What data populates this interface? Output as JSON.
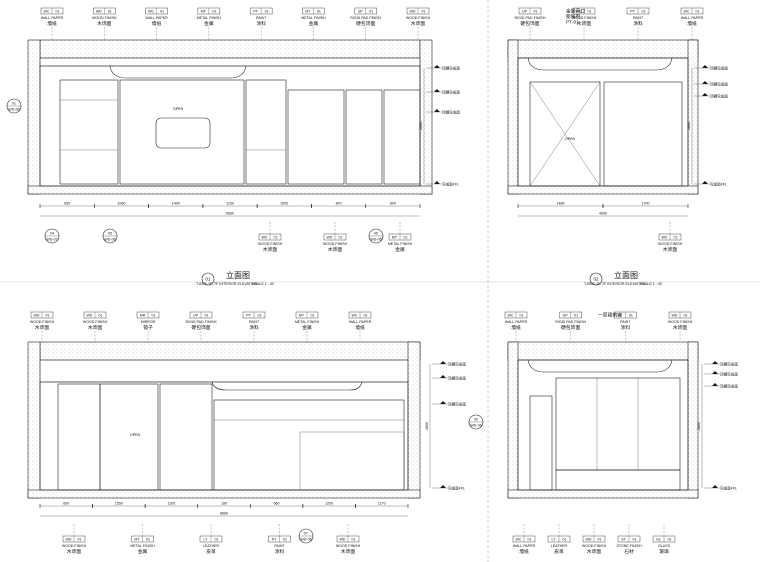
{
  "views": [
    {
      "id": "v1",
      "index": "01",
      "title_cn": "立面图",
      "title_en": "T-BDR-TR-TF INTERIOR ELEVATION",
      "scale": "SCALE 1 : 40",
      "top_tags": [
        {
          "code": "WC",
          "num": "01",
          "en": "WALL PAPER",
          "cn": "墙纸"
        },
        {
          "code": "WD",
          "num": "01",
          "en": "WOOD FINISH",
          "cn": "木饰面"
        },
        {
          "code": "WC",
          "num": "01",
          "en": "WALL PAPER",
          "cn": "墙纸"
        },
        {
          "code": "MT",
          "num": "01",
          "en": "METAL FINISH",
          "cn": "金属"
        },
        {
          "code": "PT",
          "num": "01",
          "en": "PAINT",
          "cn": "涂料"
        },
        {
          "code": "MT",
          "num": "01",
          "en": "METAL FINISH",
          "cn": "金属"
        },
        {
          "code": "UP",
          "num": "01",
          "en": "RIGID PAD FINISH",
          "cn": "硬包饰面"
        },
        {
          "code": "WD",
          "num": "01",
          "en": "WOOD FINISH",
          "cn": "木饰面"
        }
      ],
      "bottom_tags": [
        {
          "code": "WD",
          "num": "01",
          "en": "WOOD FINISH",
          "cn": "木饰面"
        },
        {
          "code": "WD",
          "num": "01",
          "en": "WOOD FINISH",
          "cn": "木饰面"
        },
        {
          "code": "MT",
          "num": "01",
          "en": "METAL FINISH",
          "cn": "金属"
        }
      ],
      "dims": [
        "650",
        "1060",
        "1400",
        "1150",
        "1600",
        "870",
        "800"
      ],
      "dim_total": "6660",
      "side_labels": [
        "顶棚完成面",
        "顶棚完成面",
        "顶棚完成面",
        "完成面FFL"
      ],
      "side_dim": "2800",
      "notes": [
        "OPEN"
      ]
    },
    {
      "id": "v2",
      "index": "02",
      "title_cn": "立面图",
      "title_en": "T-BDR-TR-TF INTERIOR ELEVATION",
      "scale": "SCALE 1 : 40",
      "top_tags": [
        {
          "code": "UP",
          "num": "01",
          "en": "RIGID PAD FINISH",
          "cn": "硬包饰面"
        },
        {
          "code": "WD",
          "num": "01",
          "en": "WOOD FINISH",
          "cn": "木饰面"
        },
        {
          "code": "PT",
          "num": "01",
          "en": "PAINT",
          "cn": "涂料"
        },
        {
          "code": "WC",
          "num": "01",
          "en": "WALL PAPER",
          "cn": "墙纸"
        }
      ],
      "top_note": [
        "金属风口",
        "膨胀剂",
        "PT-01"
      ],
      "bottom_tags": [
        {
          "code": "WD",
          "num": "01",
          "en": "WOOD FINISH",
          "cn": "木饰面"
        }
      ],
      "dims": [
        "1480",
        "1700"
      ],
      "dim_total": "4090",
      "side_labels": [
        "顶棚完成面",
        "顶棚完成面",
        "顶棚完成面",
        "完成面FFL"
      ],
      "side_dim": "2800",
      "notes": [
        "OPEN"
      ]
    },
    {
      "id": "v3",
      "top_tags": [
        {
          "code": "WD",
          "num": "01",
          "en": "WOOD FINISH",
          "cn": "木饰面"
        },
        {
          "code": "WD",
          "num": "01",
          "en": "WOOD FINISH",
          "cn": "木饰面"
        },
        {
          "code": "MR",
          "num": "01",
          "en": "MIRROR",
          "cn": "镜子"
        },
        {
          "code": "UP",
          "num": "01",
          "en": "RIGID PAD FINISH",
          "cn": "硬包饰面"
        },
        {
          "code": "PT",
          "num": "01",
          "en": "PAINT",
          "cn": "涂料"
        },
        {
          "code": "MT",
          "num": "01",
          "en": "METAL FINISH",
          "cn": "金属"
        },
        {
          "code": "WC",
          "num": "01",
          "en": "WALL PAPER",
          "cn": "墙纸"
        }
      ],
      "bottom_tags": [
        {
          "code": "WD",
          "num": "01",
          "en": "WOOD FINISH",
          "cn": "木饰面"
        },
        {
          "code": "MT",
          "num": "01",
          "en": "METAL FINISH",
          "cn": "金属"
        },
        {
          "code": "LT",
          "num": "01",
          "en": "LEATHER",
          "cn": "皮革"
        },
        {
          "code": "PT",
          "num": "01",
          "en": "PAINT",
          "cn": "涂料"
        },
        {
          "code": "WD",
          "num": "01",
          "en": "WOOD FINISH",
          "cn": "木饰面"
        }
      ],
      "dims": [
        "600",
        "1550",
        "1100",
        "180",
        "660",
        "1200",
        "1170"
      ],
      "dim_total": "6660",
      "side_labels": [
        "顶棚完成面",
        "顶棚完成面",
        "顶棚完成面",
        "完成面FFL"
      ],
      "side_dim": "2800",
      "notes": [
        "OPEN"
      ]
    },
    {
      "id": "v4",
      "top_tags": [
        {
          "code": "WC",
          "num": "01",
          "en": "WALL PAPER",
          "cn": "墙纸"
        },
        {
          "code": "UP",
          "num": "01",
          "en": "RIGID PAD FINISH",
          "cn": "硬包饰面"
        },
        {
          "code": "PT",
          "num": "01",
          "en": "PAINT",
          "cn": "涂料"
        },
        {
          "code": "WD",
          "num": "01",
          "en": "WOOD FINISH",
          "cn": "木饰面"
        }
      ],
      "top_note": [
        "一原建筑窗"
      ],
      "bottom_tags": [
        {
          "code": "WC",
          "num": "01",
          "en": "WALL PAPER",
          "cn": "墙纸"
        },
        {
          "code": "LT",
          "num": "01",
          "en": "LEATHER",
          "cn": "皮革"
        },
        {
          "code": "WD",
          "num": "01",
          "en": "WOOD FINISH",
          "cn": "木饰面"
        },
        {
          "code": "ST",
          "num": "01",
          "en": "STONE FINISH",
          "cn": "石材"
        },
        {
          "code": "GL",
          "num": "01",
          "en": "GLASS",
          "cn": "玻璃"
        }
      ],
      "dims": [],
      "dim_total": "",
      "side_labels": [
        "顶棚完成面",
        "顶棚完成面",
        "顶棚完成面",
        "完成面FFL"
      ],
      "side_dim": "2800",
      "notes": []
    }
  ],
  "section_markers": [
    {
      "num": "01",
      "ref": "WD-06"
    },
    {
      "num": "02",
      "ref": "WD-06"
    },
    {
      "num": "04",
      "ref": "WD-07"
    },
    {
      "num": "05",
      "ref": "WD-06"
    },
    {
      "num": "06",
      "ref": "WD-06"
    },
    {
      "num": "07",
      "ref": "WD-06"
    }
  ]
}
